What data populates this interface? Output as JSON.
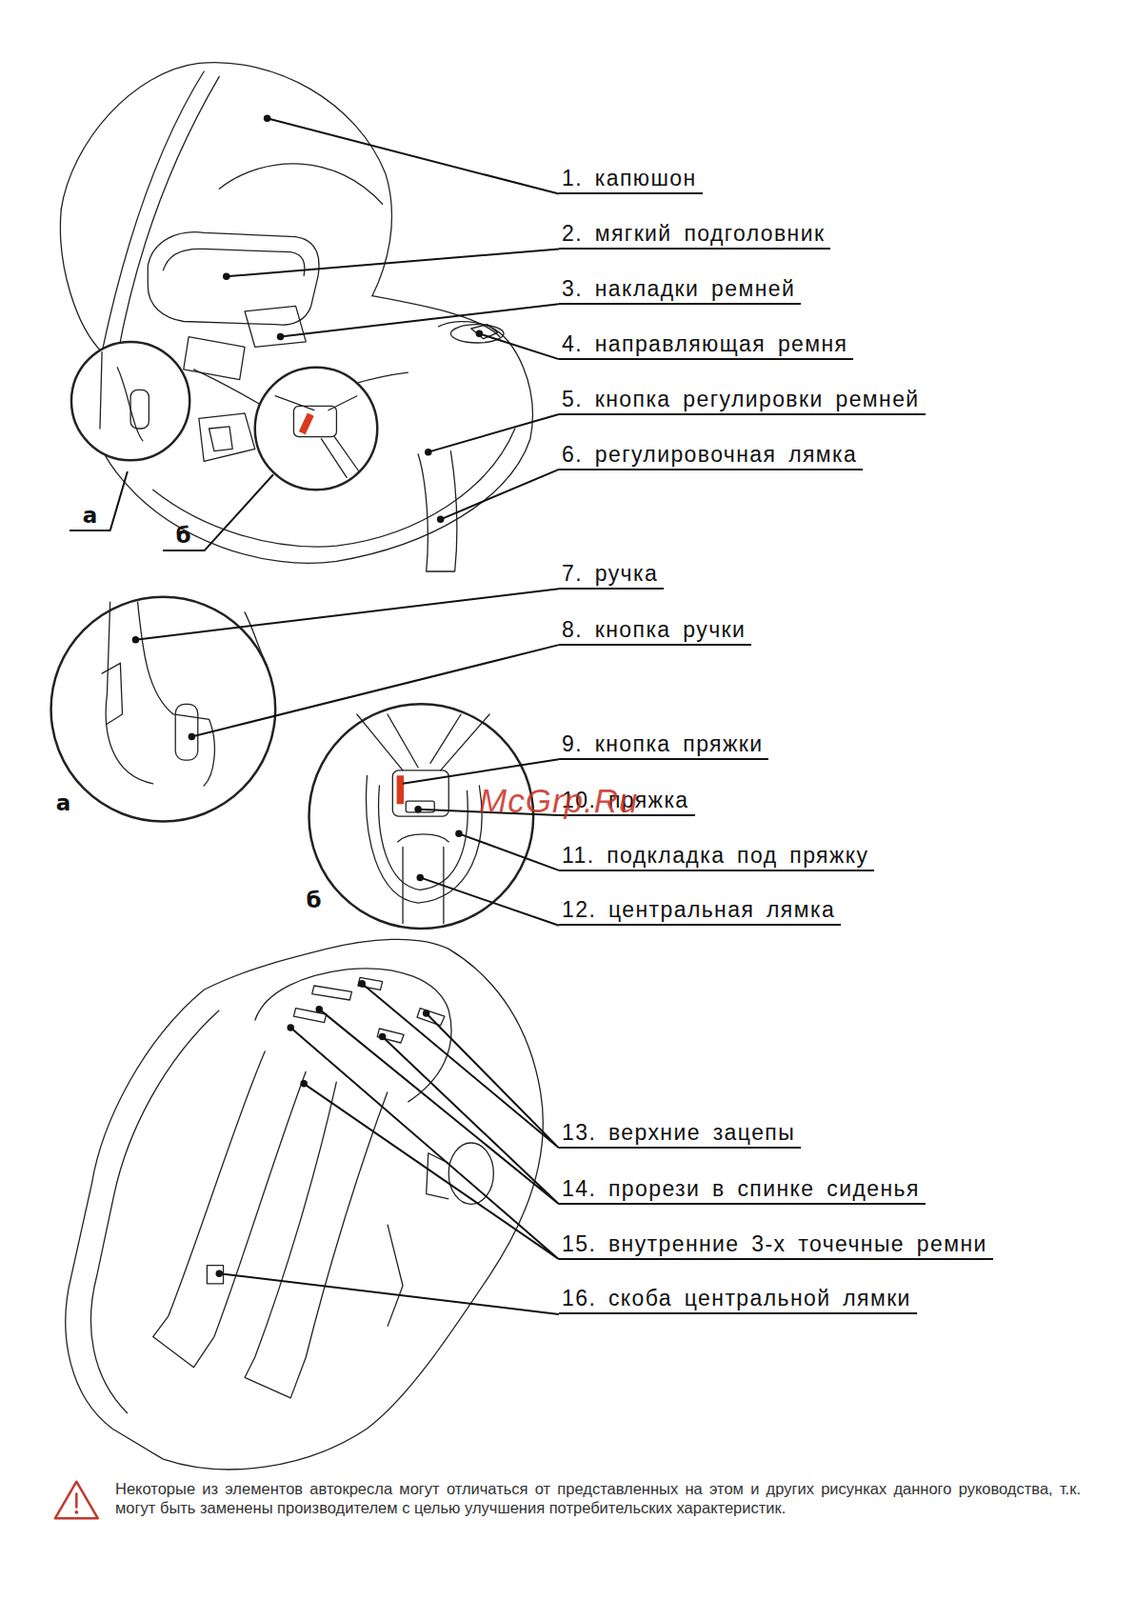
{
  "diagram": {
    "labels": [
      "1. капюшон",
      "2. мягкий подголовник",
      "3. накладки ремней",
      "4. направляющая ремня",
      "5. кнопка регулировки ремней",
      "6. регулировочная лямка",
      "а",
      "б",
      "7. ручка",
      "8. кнопка ручки",
      "а",
      "9. кнопка пряжки",
      "10. пряжка",
      "McGrp.Ru",
      "11. подкладка под пряжку",
      "б",
      "12. центральная лямка",
      "13. верхние зацепы",
      "14. прорези в спинке сиденья",
      "15. внутренние 3-х точечные ремни",
      "16. скоба центральной лямки",
      "Некоторые из элементов автокресла могут отличаться от представленных на этом и других рисунках данного руководства, т.к. могут быть заменены производителем с целью улучшения потребительских характеристик."
    ]
  }
}
